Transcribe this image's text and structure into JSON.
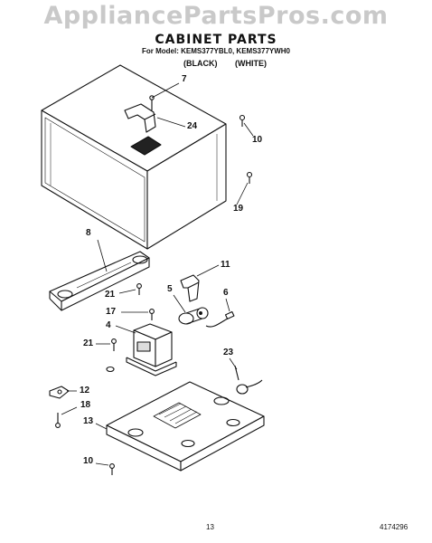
{
  "watermark": "AppliancePartsPros.com",
  "title": "CABINET PARTS",
  "model_line": "For Model: KEMS377YBL0, KEMS377YWH0",
  "variants": [
    "(BLACK)",
    "(WHITE)"
  ],
  "callouts": {
    "c7": "7",
    "c24": "24",
    "c10a": "10",
    "c19": "19",
    "c8": "8",
    "c11": "11",
    "c5": "5",
    "c6": "6",
    "c21a": "21",
    "c17": "17",
    "c4": "4",
    "c21b": "21",
    "c23": "23",
    "c12": "12",
    "c18": "18",
    "c13": "13",
    "c10b": "10"
  },
  "footer": {
    "page": "13",
    "doc": "4174296"
  }
}
